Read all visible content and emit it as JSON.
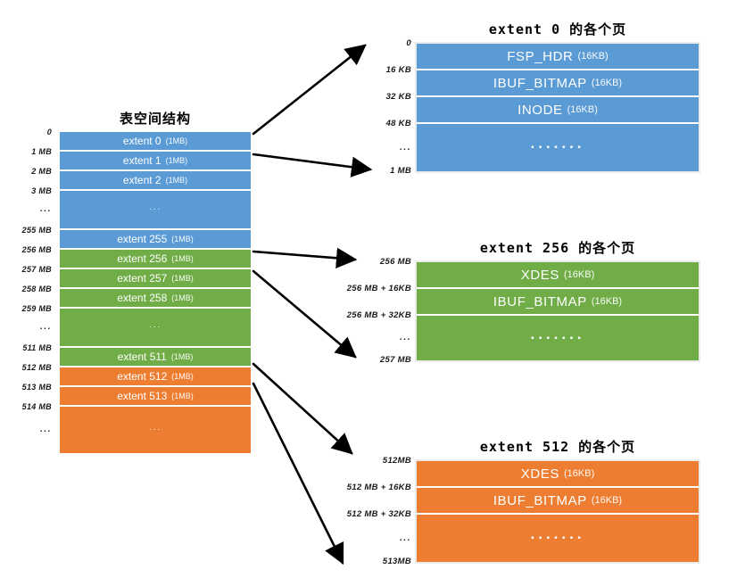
{
  "colors": {
    "blue": "#5B9BD5",
    "green": "#70AD47",
    "orange": "#ED7D31",
    "arrow": "#000000"
  },
  "stacks": {
    "main": {
      "title": "表空间结构",
      "rows": [
        {
          "label": "extent 0",
          "sub": "(1MB)",
          "color": "blue",
          "tick": "0"
        },
        {
          "label": "extent 1",
          "sub": "(1MB)",
          "color": "blue",
          "tick": "1 MB"
        },
        {
          "label": "extent 2",
          "sub": "(1MB)",
          "color": "blue",
          "tick": "2 MB"
        },
        {
          "label": "...",
          "color": "blue",
          "collapsed": true,
          "tick": "3 MB",
          "mid_tick": "..."
        },
        {
          "label": "extent 255",
          "sub": "(1MB)",
          "color": "blue",
          "tick": "255 MB"
        },
        {
          "label": "extent 256",
          "sub": "(1MB)",
          "color": "green",
          "tick": "256 MB"
        },
        {
          "label": "extent 257",
          "sub": "(1MB)",
          "color": "green",
          "tick": "257 MB"
        },
        {
          "label": "extent 258",
          "sub": "(1MB)",
          "color": "green",
          "tick": "258 MB"
        },
        {
          "label": "...",
          "color": "green",
          "collapsed": true,
          "tick": "259 MB",
          "mid_tick": "..."
        },
        {
          "label": "extent 511",
          "sub": "(1MB)",
          "color": "green",
          "tick": "511 MB"
        },
        {
          "label": "extent 512",
          "sub": "(1MB)",
          "color": "orange",
          "tick": "512 MB"
        },
        {
          "label": "extent 513",
          "sub": "(1MB)",
          "color": "orange",
          "tick": "513 MB"
        },
        {
          "label": "...",
          "color": "orange",
          "collapsed": true,
          "tick": "514 MB",
          "mid_tick": "..."
        }
      ]
    },
    "ext0": {
      "title": "extent 0 的各个页",
      "color": "blue",
      "rows": [
        {
          "label": "FSP_HDR",
          "sub": "(16KB)",
          "tick": "0"
        },
        {
          "label": "IBUF_BITMAP",
          "sub": "(16KB)",
          "tick": "16 KB"
        },
        {
          "label": "INODE",
          "sub": "(16KB)",
          "tick": "32 KB"
        },
        {
          "label": ".......",
          "collapsed": true,
          "tick": "48 KB",
          "mid_tick": "..."
        }
      ],
      "bottom_tick": "1 MB"
    },
    "ext256": {
      "title": "extent 256 的各个页",
      "color": "green",
      "rows": [
        {
          "label": "XDES",
          "sub": "(16KB)",
          "tick": "256 MB"
        },
        {
          "label": "IBUF_BITMAP",
          "sub": "(16KB)",
          "tick": "256 MB + 16KB"
        },
        {
          "label": ".......",
          "collapsed": true,
          "tick": "256 MB + 32KB",
          "mid_tick": "..."
        }
      ],
      "bottom_tick": "257 MB"
    },
    "ext512": {
      "title": "extent 512 的各个页",
      "color": "orange",
      "rows": [
        {
          "label": "XDES",
          "sub": "(16KB)",
          "tick": "512MB"
        },
        {
          "label": "IBUF_BITMAP",
          "sub": "(16KB)",
          "tick": "512 MB + 16KB"
        },
        {
          "label": ".......",
          "collapsed": true,
          "tick": "512 MB + 32KB",
          "mid_tick": "..."
        }
      ],
      "bottom_tick": "513MB"
    }
  }
}
